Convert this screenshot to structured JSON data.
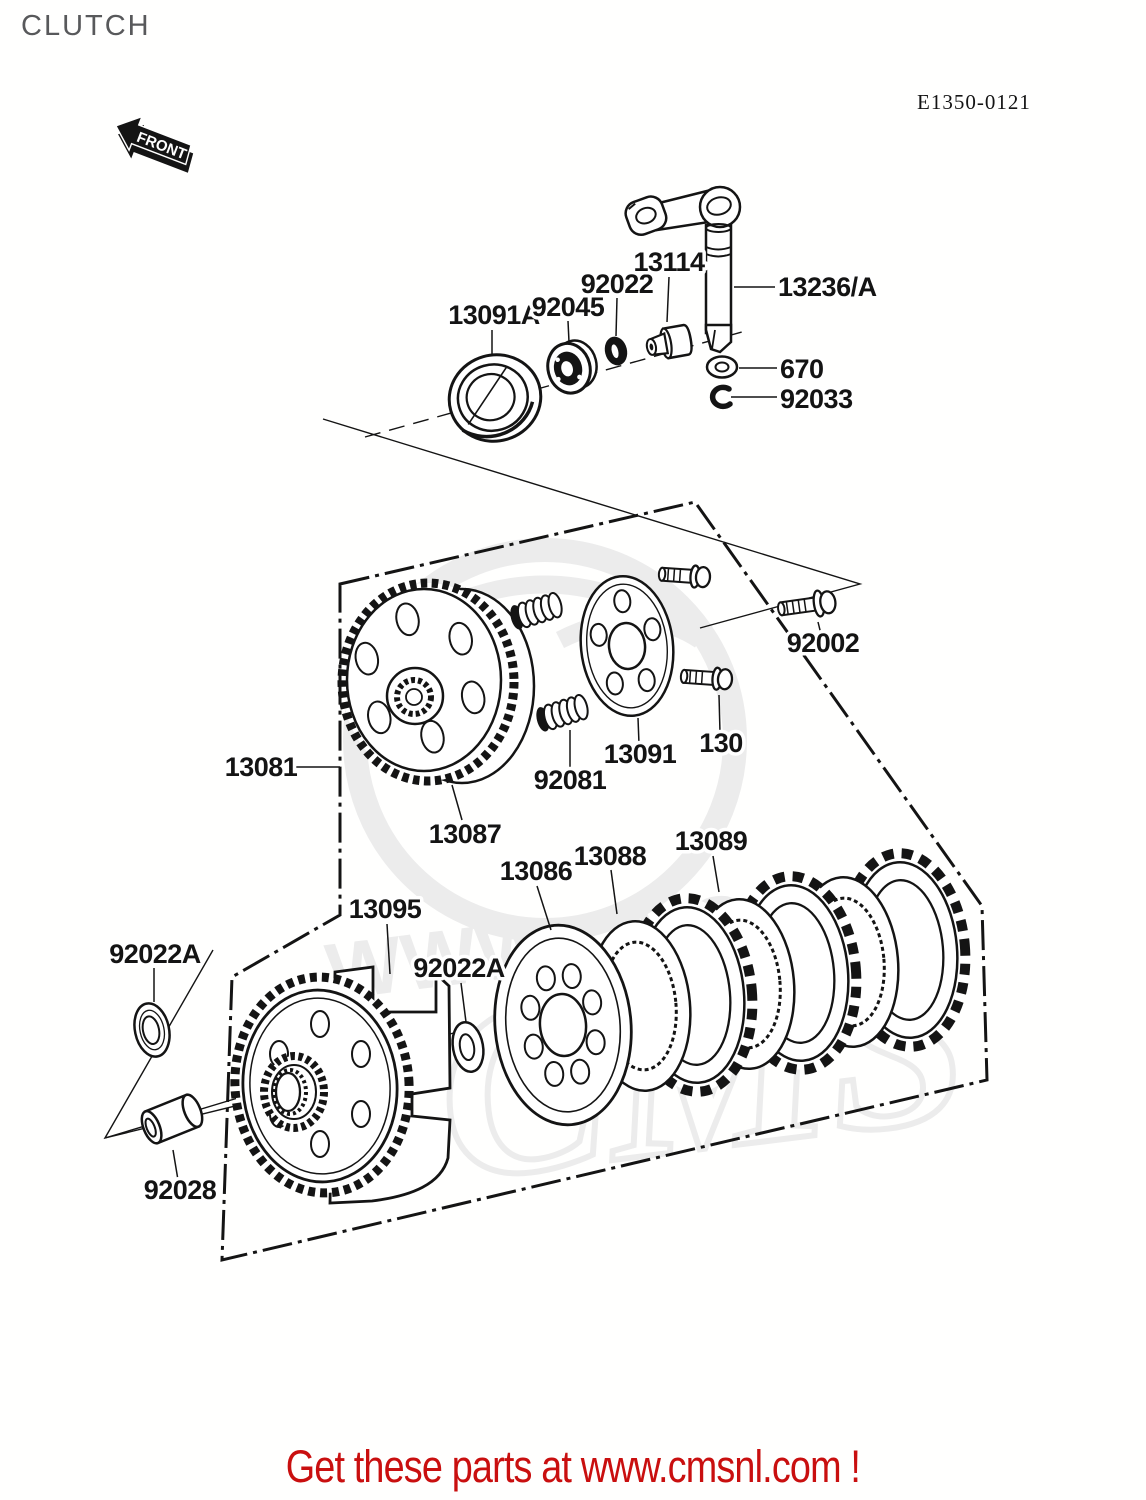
{
  "page": {
    "title": "CLUTCH",
    "diagram_code": "E1350-0121",
    "front_marker": "FRONT",
    "footer_text": "Get these parts at www.cmsnl.com !",
    "watermark": {
      "logo": "CMS",
      "text": "WWW.CMS"
    },
    "colors": {
      "line": "#141414",
      "title_gray": "#58595b",
      "footer_red": "#c90f0f",
      "watermark_gray": "#ececec",
      "background": "#fffffe"
    }
  },
  "parts": [
    {
      "label": "13091A"
    },
    {
      "label": "92045"
    },
    {
      "label": "92022"
    },
    {
      "label": "13114"
    },
    {
      "label": "13236/A"
    },
    {
      "label": "670"
    },
    {
      "label": "92033"
    },
    {
      "label": "92002"
    },
    {
      "label": "13081"
    },
    {
      "label": "13087"
    },
    {
      "label": "92081"
    },
    {
      "label": "13091"
    },
    {
      "label": "130"
    },
    {
      "label": "13086"
    },
    {
      "label": "13088"
    },
    {
      "label": "13089"
    },
    {
      "label": "13095"
    },
    {
      "label": "92022A"
    },
    {
      "label": "92022A"
    },
    {
      "label": "92028"
    }
  ]
}
